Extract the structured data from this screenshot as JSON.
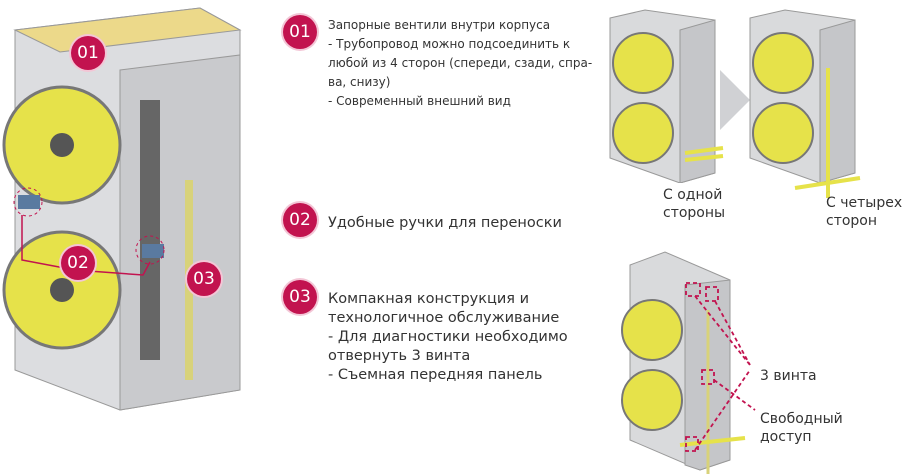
{
  "features": [
    {
      "number": "01",
      "title": "Запорные вентили внутри корпуса",
      "lines": [
        "- Трубопровод можно подсоединить к",
        "любой из 4 сторон (спереди, сзади, спра-",
        "ва, снизу)",
        "- Современный внешний вид"
      ]
    },
    {
      "number": "02",
      "title": "Удобные ручки для переноски",
      "lines": []
    },
    {
      "number": "03",
      "title": "Компакная конструкция и",
      "lines": [
        "технологичное обслуживание",
        "- Для диагностики необходимо",
        "отвернуть 3 винта",
        "- Съемная передняя панель"
      ]
    }
  ],
  "illustration_labels": {
    "one_side": [
      "С одной",
      "стороны"
    ],
    "four_sides": [
      "С четырех",
      "сторон"
    ],
    "screws": "3 винта",
    "free_access": [
      "Свободный",
      "доступ"
    ]
  },
  "colors": {
    "accent": "#c2134f",
    "fan": "#e6e24a",
    "body": "#d9dadc"
  }
}
